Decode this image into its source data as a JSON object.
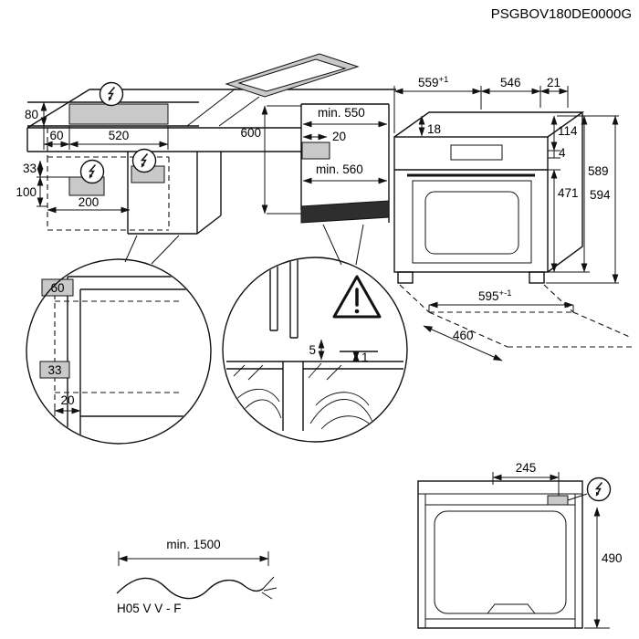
{
  "title": {
    "doc_code": "PSGBOV180DE0000G"
  },
  "main_view": {
    "wall_zones": {
      "d80": "80",
      "d60": "60",
      "d520": "520",
      "d33": "33",
      "d100": "100",
      "d200": "200"
    },
    "niche": {
      "d600": "600",
      "min_550": "min. 550",
      "d20": "20",
      "min_560": "min. 560"
    },
    "oven": {
      "w559": "559",
      "w559_tol": "+1",
      "w546": "546",
      "w21": "21",
      "d18": "18",
      "d114": "114",
      "d4": "4",
      "d471": "471",
      "h589": "589",
      "h594": "594",
      "w595": "595",
      "w595_tol": "+-1",
      "d460": "460"
    }
  },
  "detail_panel": {
    "d60": "60",
    "d33": "33",
    "d20": "20"
  },
  "detail_gap": {
    "d5": "5",
    "d1": "1"
  },
  "cable": {
    "min_length": "min. 1500",
    "type": "H05 V V - F"
  },
  "top_view": {
    "d245": "245",
    "d490": "490"
  },
  "icons": {
    "electrical_connection": "circle-lightning-bolt",
    "warning": "triangle-exclamation"
  }
}
